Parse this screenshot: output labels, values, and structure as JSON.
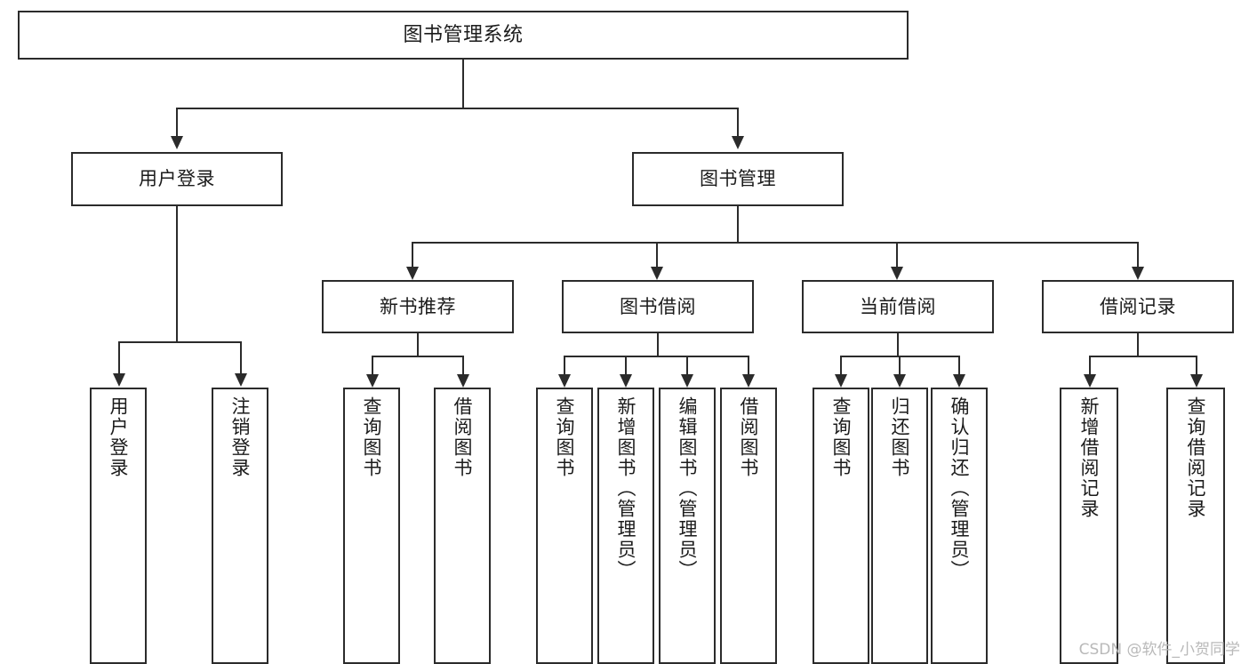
{
  "diagram": {
    "type": "tree",
    "title": "图书管理系统",
    "watermark": "CSDN @软件_小贺同学",
    "colors": {
      "stroke": "#2b2b2b",
      "fill": "#ffffff",
      "text": "#1b1b1b",
      "watermark": "#b9b9b9"
    },
    "nodes": {
      "root": {
        "label": "图书管理系统"
      },
      "level2": [
        {
          "label": "用户登录"
        },
        {
          "label": "图书管理"
        }
      ],
      "level3": [
        {
          "label": "新书推荐"
        },
        {
          "label": "图书借阅"
        },
        {
          "label": "当前借阅"
        },
        {
          "label": "借阅记录"
        }
      ],
      "leaves": {
        "user_login": [
          {
            "label": "用户登录"
          },
          {
            "label": "注销登录"
          }
        ],
        "new_book": [
          {
            "label": "查询图书"
          },
          {
            "label": "借阅图书"
          }
        ],
        "book_borrow": [
          {
            "label": "查询图书"
          },
          {
            "label": "新增图书（管理员）"
          },
          {
            "label": "编辑图书（管理员）"
          },
          {
            "label": "借阅图书"
          }
        ],
        "current_borrow": [
          {
            "label": "查询图书"
          },
          {
            "label": "归还图书"
          },
          {
            "label": "确认归还（管理员）"
          }
        ],
        "borrow_record": [
          {
            "label": "新增借阅记录"
          },
          {
            "label": "查询借阅记录"
          }
        ]
      }
    }
  }
}
